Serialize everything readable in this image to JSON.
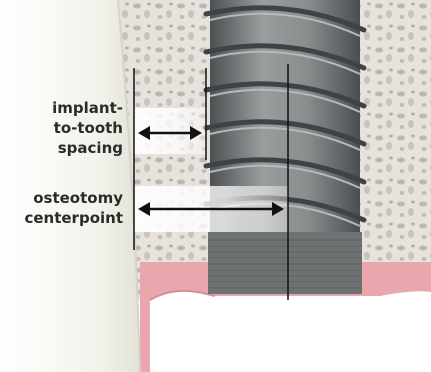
{
  "labels": {
    "spacing": [
      "implant-",
      "to-tooth",
      "spacing"
    ],
    "osteotomy": [
      "osteotomy",
      "centerpoint"
    ]
  },
  "colors": {
    "bone": "#e7e2dc",
    "bone_texture": "#bdb8b3",
    "gum": "#e9a6ad",
    "gum_dark": "#d98d96",
    "tooth": "#f1f1ea",
    "implant": "#8b8e8f",
    "implant_dark": "#505456",
    "collar": "#6e7273",
    "text": "#2b2b2b"
  }
}
